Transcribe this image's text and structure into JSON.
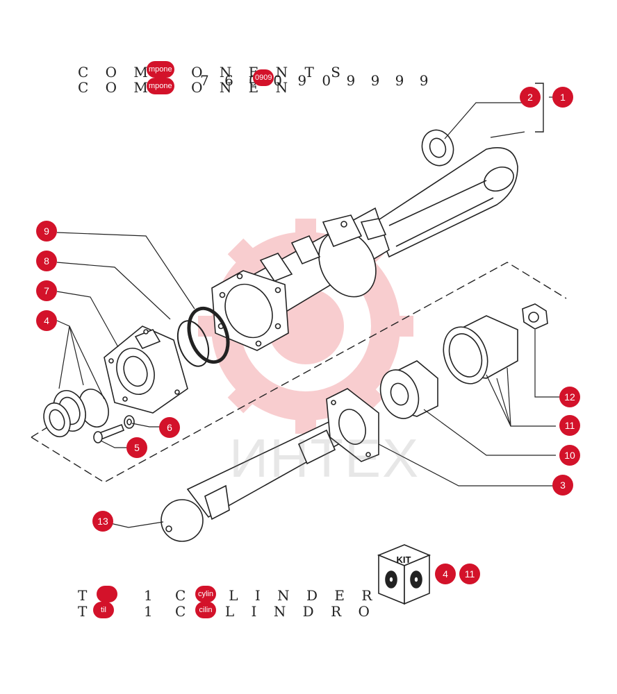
{
  "header": {
    "line1": "C O M P O N E N T S",
    "line2_prefix": "C O M P O N E N",
    "line2_code": "7 6 0 0 9 0 9 9 9 9",
    "overlay_a": "mpone",
    "overlay_b": "mpone",
    "overlay_c": "0909"
  },
  "footer": {
    "line1_left": "T",
    "line1_num": "1",
    "line1_right": "C Y L I N D E R",
    "line2_left": "T",
    "line2_num": "1",
    "line2_right": "C I L I N D R O",
    "overlay_a": "",
    "overlay_b": "til",
    "overlay_c": "cylin",
    "overlay_d": "cilin"
  },
  "callouts": [
    "1",
    "2",
    "3",
    "4",
    "5",
    "6",
    "7",
    "8",
    "9",
    "10",
    "11",
    "12",
    "13"
  ],
  "kit": {
    "label": "KIT",
    "refs": [
      "4",
      "11"
    ]
  },
  "watermark": "ИНТЕХ",
  "colors": {
    "callout": "#d3122a",
    "line": "#222222",
    "watermark": "#f2b3b3"
  }
}
